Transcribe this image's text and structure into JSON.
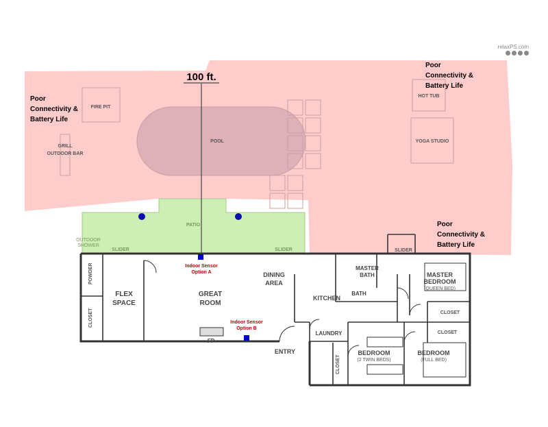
{
  "brand": {
    "name": "relaxPS.com",
    "social_icons": [
      "facebook-icon",
      "twitter-icon",
      "instagram-icon",
      "youtube-icon"
    ]
  },
  "colors": {
    "poor_zone": "#ffcccc",
    "good_zone": "#cdeeb4",
    "sensor": "#0000cc",
    "hub_dot": "#1010b0",
    "sensor_label": "#c00000",
    "wall": "#333333"
  },
  "scale_label": "100 ft.",
  "zone_labels": {
    "left": [
      "Poor",
      "Connectivity &",
      "Battery Life"
    ],
    "top_right": [
      "Poor",
      "Connectivity &",
      "Battery Life"
    ],
    "right": [
      "Poor",
      "Connectivity &",
      "Battery Life"
    ]
  },
  "outdoor": {
    "fire_pit": "FIRE PIT",
    "grill": "GRILL",
    "outdoor_bar": "OUTDOOR BAR",
    "pool": "POOL",
    "hot_tub": "HOT TUB",
    "yoga_studio": "YOGA STUDIO",
    "patio": "PATIO",
    "outdoor": "OUTDOOR",
    "shower": "SHOWER"
  },
  "rooms": {
    "slider_left": "SLIDER",
    "slider_mid": "SLIDER",
    "slider_right": "SLIDER",
    "powder": "POWDER",
    "closet_left": "CLOSET",
    "flex": "FLEX",
    "space": "SPACE",
    "great": "GREAT",
    "room": "ROOM",
    "dining": "DINING",
    "area": "AREA",
    "kitchen": "KITCHEN",
    "master_bath_1": "MASTER",
    "master_bath_2": "BATH",
    "bath": "BATH",
    "master_bedroom_1": "MASTER",
    "master_bedroom_2": "BEDROOM",
    "queen_bed": "(QUEEN BED)",
    "closet_right": "CLOSET",
    "closet_right2": "CLOSET",
    "laundry": "LAUNDRY",
    "fp": "FP",
    "entry": "ENTRY",
    "closet_mid": "CLOSET",
    "bedroom1": "BEDROOM",
    "twin_beds": "(2 TWIN BEDS)",
    "bedroom2": "BEDROOM",
    "full_bed": "(FULL BED)"
  },
  "sensors": {
    "a_line1": "Indoor Sensor",
    "a_line2": "Option A",
    "b_line1": "Indoor Sensor",
    "b_line2": "Option B"
  }
}
